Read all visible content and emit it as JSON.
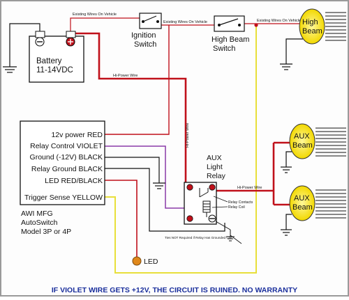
{
  "labels": {
    "existing_wires_1": "Existing Wires On Vehicle",
    "existing_wires_2": "Existing Wires On Vehicle",
    "existing_wires_3": "Existing Wires On Vehicle",
    "battery_line1": "Battery",
    "battery_line2": "11-14VDC",
    "ignition_line1": "Ignition",
    "ignition_line2": "Switch",
    "highbeam_switch_line1": "High Beam",
    "highbeam_switch_line2": "Switch",
    "high_beam_line1": "High",
    "high_beam_line2": "Beam",
    "hi_power_wire_1": "Hi-Power Wire",
    "hi_power_wire_2": "Hi-Power Wire",
    "hi_power_wire_3": "Hi-Power Wire",
    "aux_beam_top_line1": "AUX",
    "aux_beam_top_line2": "Beam",
    "aux_beam_bottom_line1": "AUX",
    "aux_beam_bottom_line2": "Beam",
    "relay_title_line1": "AUX",
    "relay_title_line2": "Light",
    "relay_title_line3": "Relay",
    "relay_contacts": "Relay Contacts",
    "relay_coil": "Relay Coil",
    "tie_note": "Ties NOT Required if Relay Has Grounded Coil",
    "module_pins": [
      "12v power RED",
      "Relay Control VIOLET",
      "Ground (-12V) BLACK",
      "Relay Ground BLACK",
      "LED RED/BLACK",
      "Trigger Sense YELLOW"
    ],
    "module_name_line1": "AWI MFG",
    "module_name_line2": "AutoSwitch",
    "module_name_line3": "Model 3P or 4P",
    "led": "LED",
    "warning": "IF VIOLET WIRE GETS +12V, THE CIRCUIT IS RUINED. NO  WARRANTY"
  },
  "colors": {
    "red_wire": "#c0101a",
    "violet_wire": "#8a3aa8",
    "yellow_wire": "#e8df3a",
    "black_wire": "#111111",
    "lamp_fill": "#ffe600",
    "warning_text": "#1a2f9c"
  }
}
